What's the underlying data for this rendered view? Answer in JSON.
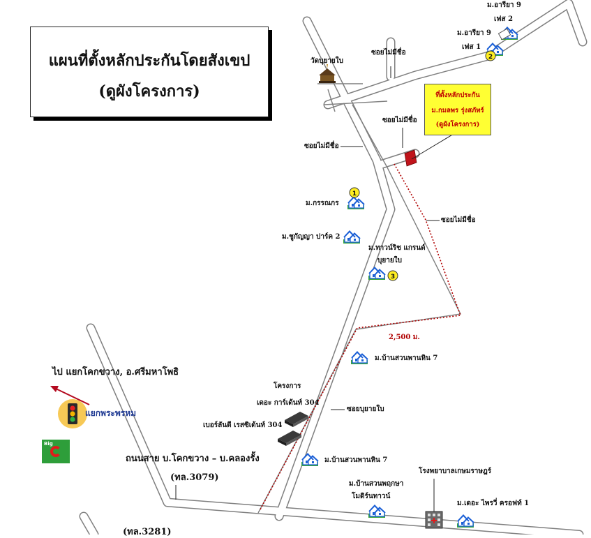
{
  "title": {
    "line1": "แผนที่ตั้งหลักประกันโดยสังเขป",
    "line2": "(ดูผังโครงการ)"
  },
  "callout": {
    "line1": "ที่ตั้งหลักประกัน",
    "line2": "ม.กมลพร รุ่งสภัทร์",
    "line3": "(ดูผังโครงการ)"
  },
  "labels": {
    "ariya9_phase2_a": "ม.อารียา 9",
    "ariya9_phase2_b": "เฟส 2",
    "ariya9_phase1_a": "ม.อารียา 9",
    "ariya9_phase1_b": "เฟส 1",
    "wat": "วัดบุยายใบ",
    "soi_top": "ซอยไม่มีชื่อ",
    "soi_mid": "ซอยไม่มีชื่อ",
    "soi_left": "ซอยไม่มีชื่อ",
    "soi_right": "ซอยไม่มีชื่อ",
    "kornnakorn": "ม.กรรณกร",
    "chukanya": "ม.ชูกัญญา ปาร์ค 2",
    "thaweechit_a": "ม.ทาวน์ริช แกรนด์",
    "thaweechit_b": "บุยายใบ",
    "distance": "2,500 ม.",
    "suanpathin_1": "ม.บ้านสวนพานหิน 7",
    "project_a": "โครงการ",
    "project_b": "เดอะ การ์เด้นท์ 304",
    "buryui": "เบอร์ลันดี เรสซิเด้นท์ 304",
    "soi_buyaibai": "ซอยบุยายใบ",
    "suanpathin_2": "ม.บ้านสวนพานหิน 7",
    "hospital": "โรงพยาบาลเกษมราษฎร์",
    "suanpruksa_a": "ม.บ้านสวนพฤกษา",
    "suanpruksa_b": "โมดิร์นทาวน์",
    "theprairie": "ม.เดอะ ไพรวี่ ครอฟท์ 1",
    "to_srimaha": "ไป แยกโคกขวาง, อ.ศรีมหาโพธิ",
    "junction": "แยกพระพรหม",
    "road_name": "ถนนสาย บ.โคกขวาง – บ.คลองรั้ง",
    "road_code": "(ทล.3079)",
    "road_code_bottom": "(ทล.3281)",
    "bigc": "Big"
  },
  "markers": {
    "m1": "1",
    "m2": "2",
    "m3": "3"
  },
  "colors": {
    "road_fill": "#ffffff",
    "road_edge": "#7f7f7f",
    "route_dotted": "#b00000",
    "callout_bg": "#ffff33",
    "house_blue": "#1a5fd6",
    "house_green": "#3aa63a",
    "marker_yellow": "#ffee22",
    "junction_glow": "#f6c344"
  }
}
